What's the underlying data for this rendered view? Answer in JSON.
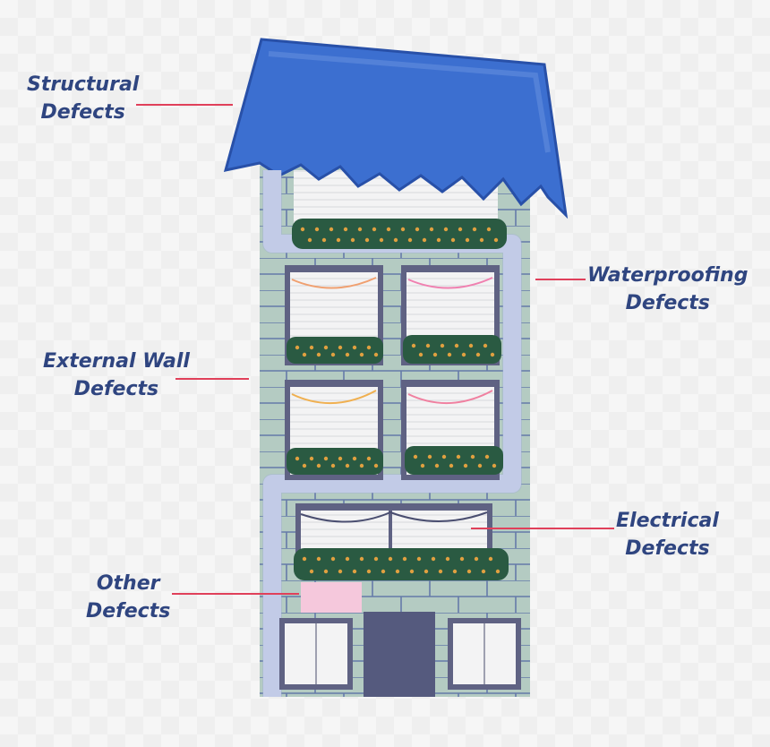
{
  "labels": {
    "structural": {
      "line1": "Structural",
      "line2": "Defects"
    },
    "waterproofing": {
      "line1": "Waterproofing",
      "line2": "Defects"
    },
    "external_wall": {
      "line1": "External Wall",
      "line2": "Defects"
    },
    "electrical": {
      "line1": "Electrical",
      "line2": "Defects"
    },
    "other": {
      "line1": "Other",
      "line2": "Defects"
    }
  },
  "colors": {
    "label_text": "#2f4580",
    "leader_line": "#e0405a",
    "roof": "#3c6fd0",
    "wall": "#b4cbc2",
    "pipe": "#d8def0",
    "window_frame": "#5f6283",
    "door": "#555a7e",
    "planter": "#2a5a42",
    "other_panel": "#f5c8dc"
  }
}
